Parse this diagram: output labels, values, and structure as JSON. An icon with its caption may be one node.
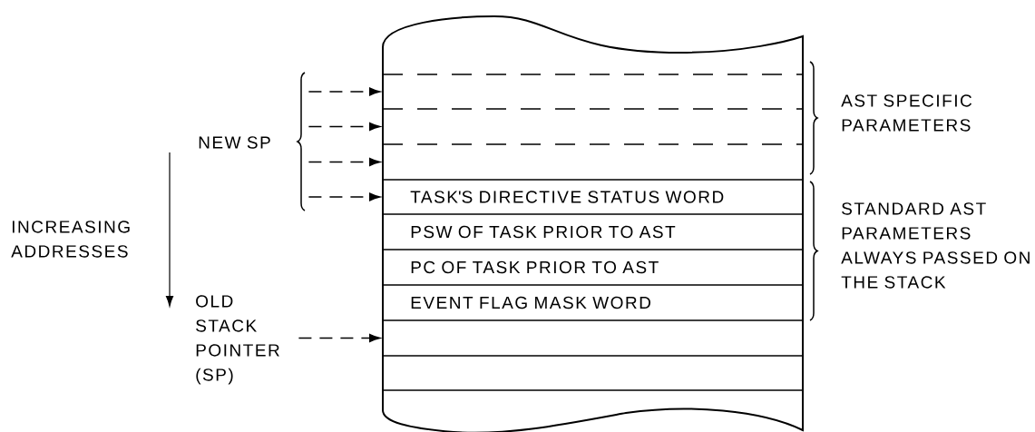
{
  "diagram": {
    "nodes": [
      {
        "text": [
          "NEW SP"
        ]
      },
      {
        "text": [
          "OLD STACK POINTER (SP)"
        ]
      },
      {
        "text": [],
        "shape": "box"
      },
      {
        "text": [],
        "shape": "box"
      },
      {
        "text": [],
        "shape": "box"
      },
      {
        "text": [
          "TASK'S DIRECTIVE STATUS WORD"
        ]
      },
      {
        "text": [
          "PSW OF TASK PRIOR TO AST"
        ]
      },
      {
        "text": [
          "PC OF TASK PRIOR TO AST"
        ]
      },
      {
        "text": [
          "EVENT FLAG MASK WORD"
        ]
      },
      {
        "text": [],
        "shape": "box"
      },
      {
        "text": [],
        "shape": "box"
      },
      {
        "text": [],
        "shape": "box"
      }
    ],
    "edges": [
      {
        "from": 0,
        "to": 2,
        "arrow": "to",
        "style": "dashed"
      },
      {
        "from": 0,
        "to": 3,
        "arrow": "to",
        "style": "dashed"
      },
      {
        "from": 0,
        "to": 4,
        "arrow": "to",
        "style": "dashed"
      },
      {
        "from": 0,
        "to": 5,
        "arrow": "to",
        "style": "dashed"
      },
      {
        "from": 1,
        "to": 9,
        "arrow": "to",
        "style": "dashed"
      }
    ],
    "labels": [
      "AST SPECIFIC PARAMETERS",
      "INCREASING ADDRESSES",
      "STANDARD AST PARAMETERS ALWAYS PASSED ON THE STACK"
    ]
  }
}
